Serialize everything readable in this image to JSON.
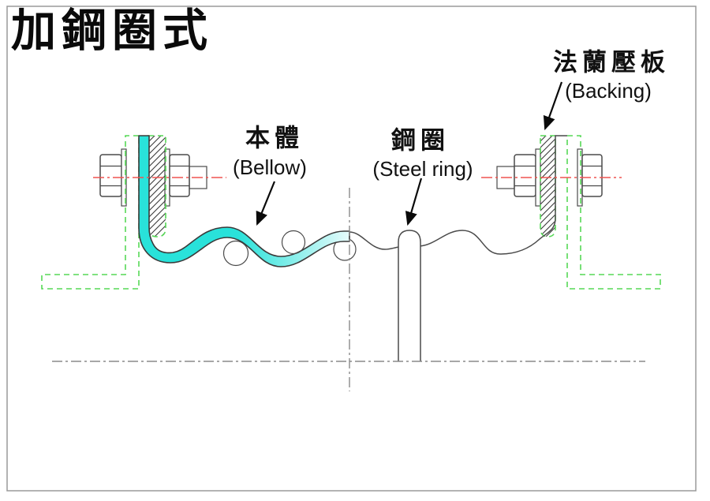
{
  "title": "加鋼圈式",
  "annotations": {
    "bellow": {
      "label_zh": "本體",
      "label_en": "(Bellow)"
    },
    "steel_ring": {
      "label_zh": "鋼圈",
      "label_en": "(Steel ring)"
    },
    "backing": {
      "label_zh": "法蘭壓板",
      "label_en": "(Backing)"
    }
  },
  "colors": {
    "bellow_fill": "#29e2da",
    "bellow_fill_light": "#e6fbfb",
    "hidden_line": "#57d957",
    "bolt_centerline": "#ef5350",
    "centerline": "#8a8a8a",
    "drawing_line": "#4a4a4a",
    "border": "#9a9a9a"
  }
}
